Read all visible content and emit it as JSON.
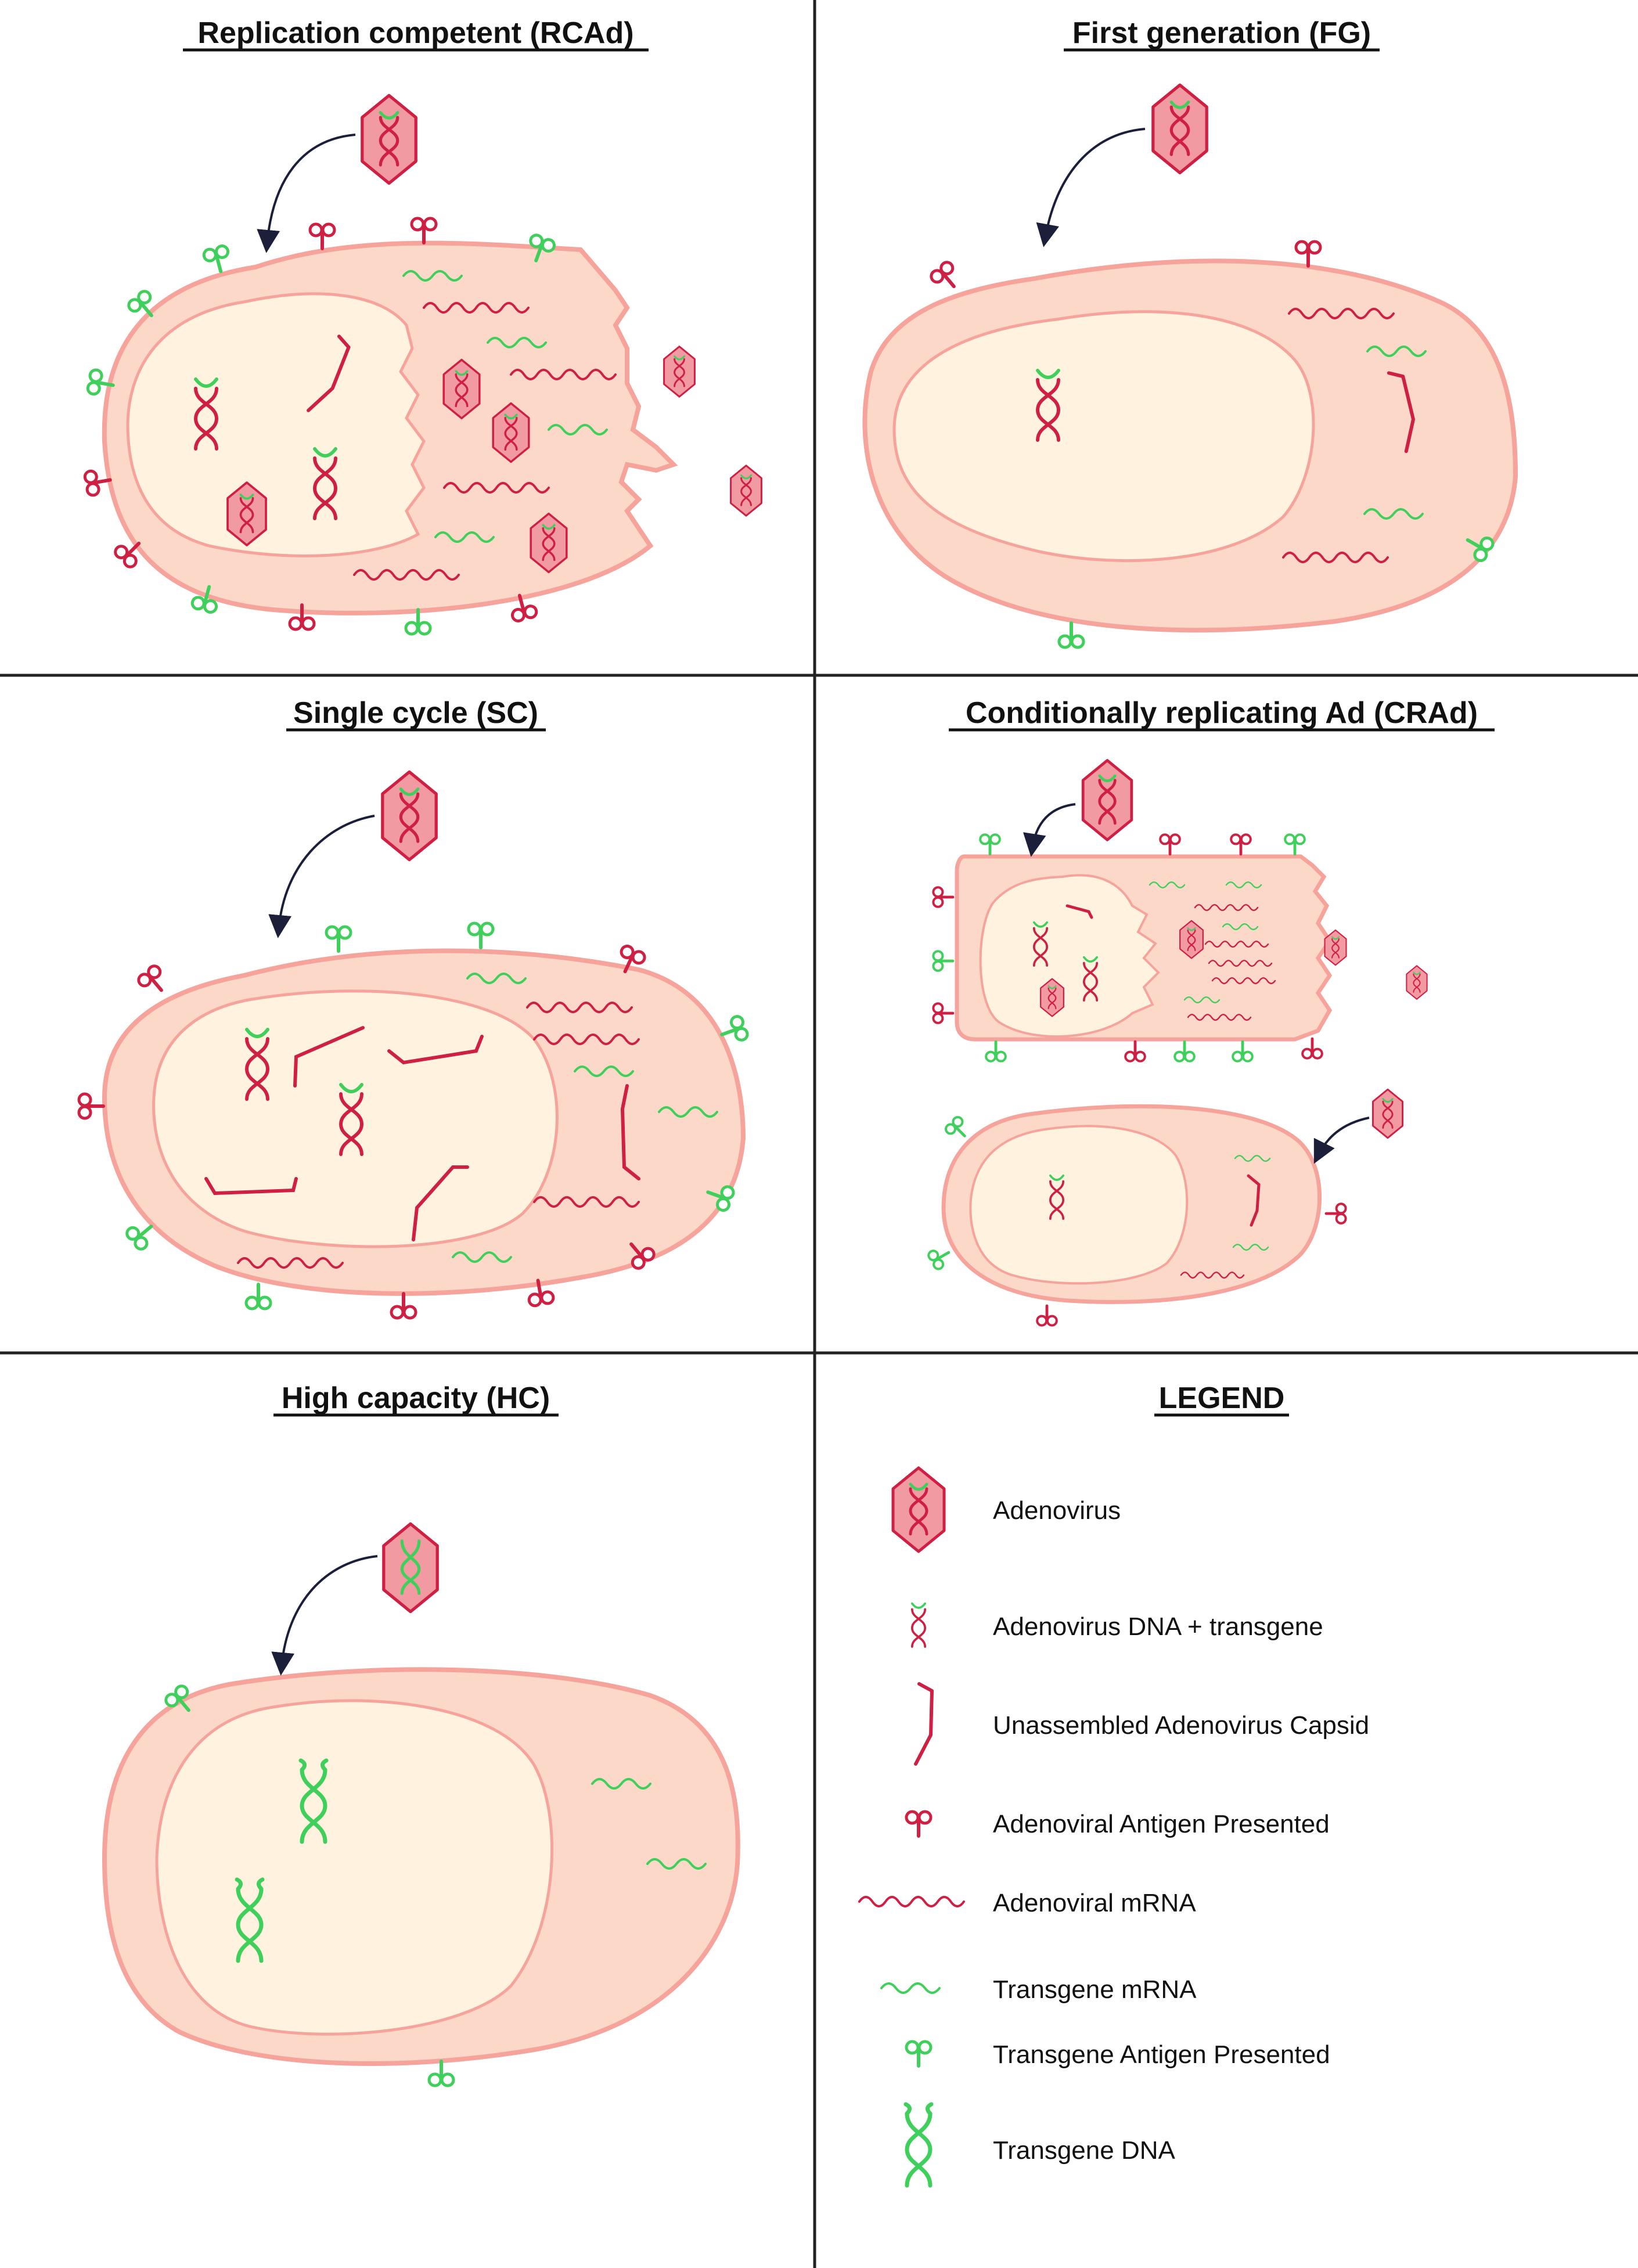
{
  "panels": {
    "rcad": {
      "title": "Replication competent (RCAd)"
    },
    "fg": {
      "title": "First generation (FG)"
    },
    "sc": {
      "title": "Single cycle (SC)"
    },
    "crad": {
      "title": "Conditionally replicating Ad (CRAd)"
    },
    "hc": {
      "title": "High capacity (HC)"
    },
    "legend": {
      "title": "LEGEND",
      "items": [
        {
          "label": "Adenovirus",
          "icon": "adenovirus-icon"
        },
        {
          "label": "Adenovirus DNA + transgene",
          "icon": "adenovirus-dna-transgene-icon"
        },
        {
          "label": "Unassembled Adenovirus Capsid",
          "icon": "capsid-fragment-icon"
        },
        {
          "label": "Adenoviral Antigen Presented",
          "icon": "adenoviral-antigen-icon"
        },
        {
          "label": "Adenoviral mRNA",
          "icon": "adenoviral-mrna-icon"
        },
        {
          "label": "Transgene mRNA",
          "icon": "transgene-mrna-icon"
        },
        {
          "label": "Transgene Antigen Presented",
          "icon": "transgene-antigen-icon"
        },
        {
          "label": "Transgene DNA",
          "icon": "transgene-dna-icon"
        }
      ]
    }
  },
  "colors": {
    "cytoplasm": "#fcd8c8",
    "membrane": "#f6a39c",
    "nucleus": "#fff3e0",
    "adeno_red": "#cf1f43",
    "transgene_green": "#3ed05a",
    "capsid_fill": "#f19aa2",
    "arrow": "#1b1f3a",
    "divider": "#222222"
  }
}
